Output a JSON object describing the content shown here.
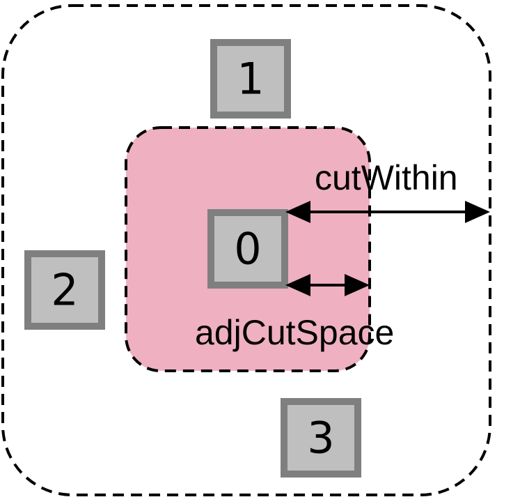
{
  "colors": {
    "keepout_fill": "#efb0c2",
    "cell_fill": "#bfbfbf",
    "cell_border": "#7f7f7f",
    "line": "#000000"
  },
  "cells": [
    {
      "id": "cell-1",
      "label": "1"
    },
    {
      "id": "cell-0",
      "label": "0"
    },
    {
      "id": "cell-2",
      "label": "2"
    },
    {
      "id": "cell-3",
      "label": "3"
    }
  ],
  "dimensions": {
    "cut_within": "cutWithin",
    "adj_cut_space": "adjCutSpace"
  }
}
